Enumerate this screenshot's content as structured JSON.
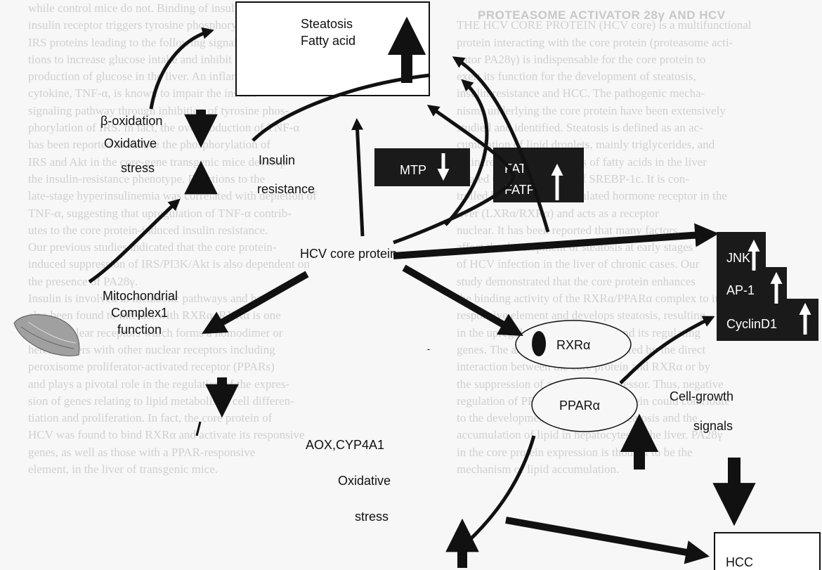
{
  "background_text": {
    "heading": "PROTEASOME ACTIVATOR 28γ AND HCV",
    "left_column": [
      "while control mice do not. Binding of insulin to the",
      "insulin receptor triggers tyrosine phosphorylation of the",
      "IRS proteins leading to the following signal transduc-",
      "tions to increase glucose intake and inhibit the net",
      "production of glucose in the liver. An inflammatory",
      "cytokine, TNF-α, is known to impair the insulin",
      "signaling pathway through inhibition of tyrosine phos-",
      "phorylation of IRS. In fact, the overproduction of TNF-α",
      "has been reported to reduce the phosphorylation of",
      "IRS and Akt in the core-gene transgenic mice develop",
      "the insulin-resistance phenotype. Reactions to the",
      "late-stage hyperinsulinemia was correlated with depletion of",
      "TNF-α, suggesting that upregulation of TNF-α contrib-",
      "utes to the core protein-induced insulin resistance.",
      "Our previous studies indicated that the core protein-",
      "induced suppression of IRS/PI3K/Akt is also dependent on",
      "the presence of PA28γ.",
      "Insulin is involved in metabolic pathways and has",
      "also been found to interact with RXRα. RXRα is one",
      "of the nuclear receptors which forms a homodimer or",
      "heterodimers with other nuclear receptors including",
      "peroxisome proliferator-activated receptor (PPARs)",
      "and plays a pivotal role in the regulation of the expres-",
      "sion of genes relating to lipid metabolism, cell differen-",
      "tiation and proliferation. In fact, the core protein of",
      "HCV was found to bind RXRα and activate its responsive",
      "genes, as well as those with a PPAR-responsive",
      "element, in the liver of transgenic mice."
    ],
    "right_column": [
      "",
      "THE HCV CORE PROTEIN (HCV core) is a multifunctional",
      "protein interacting with the core protein (proteasome acti-",
      "vator PA28γ) is indispensable for the core protein to",
      "exert its function for the development of steatosis,",
      "insulin resistance and HCC. The pathogenic mecha-",
      "nisms underlying the core protein have been extensively",
      "studied and identified. Steatosis is defined as an ac-",
      "cumulation of lipid droplets, mainly triglycerides, and",
      "an increase in the synthesis of fatty acids in the liver",
      "related to the expression of SREBP-1c. It is con-",
      "trolled by the insulin-stimulated hormone receptor in the",
      "liver (LXRα/RXRα) and acts as a receptor",
      "nuclear. It has been reported that many factors",
      "affect the development of steatosis at early stages",
      "of HCV infection in the liver of chronic cases. Our",
      "study demonstrated that the core protein enhances",
      "the binding activity of the RXRα/PPARα complex to its",
      "responsive element and develops steatosis, resulting",
      "in the upregulation of SREBP-1c and its regulating",
      "genes. The activation may be mediated by the direct",
      "interaction between the core protein and RXRα or by",
      "the suppression of a nuclear corepressor. Thus, negative",
      "regulation of PPARα by the core protein could contribute",
      "to the development of the hepatic steatosis and the",
      "accumulation of lipid in hepatocytes of the liver. PA28γ",
      "in the core protein expression is thought to be the",
      "mechanism of lipid accumulation."
    ]
  },
  "nodes": {
    "steatosis": [
      "Steatosis",
      "Fatty acid"
    ],
    "beta_oxidation": [
      "β-oxidation",
      "Oxidative",
      "stress"
    ],
    "insulin": [
      "Insulin",
      "resistance"
    ],
    "core": "HCV core protein",
    "mito": [
      "Mitochondrial",
      "Complex1",
      "function"
    ],
    "aox": [
      "AOX,CYP4A1",
      "Oxidative",
      "stress"
    ],
    "mtp": "MTP",
    "fat": [
      "FAT",
      "FATP"
    ],
    "rxr": "RXRα",
    "ppar": "PPARα",
    "jnk": "JNK",
    "ap1": "AP-1",
    "cyclin": "CyclinD1",
    "cell": [
      "Cell-growth",
      "signals"
    ],
    "hcc": "HCC"
  },
  "colors": {
    "ink": "#111111",
    "box_fill": "#1a1a1a",
    "box_text": "#ffffff",
    "page": "#f7f7f7",
    "bg_text": "#d0d0d0"
  }
}
